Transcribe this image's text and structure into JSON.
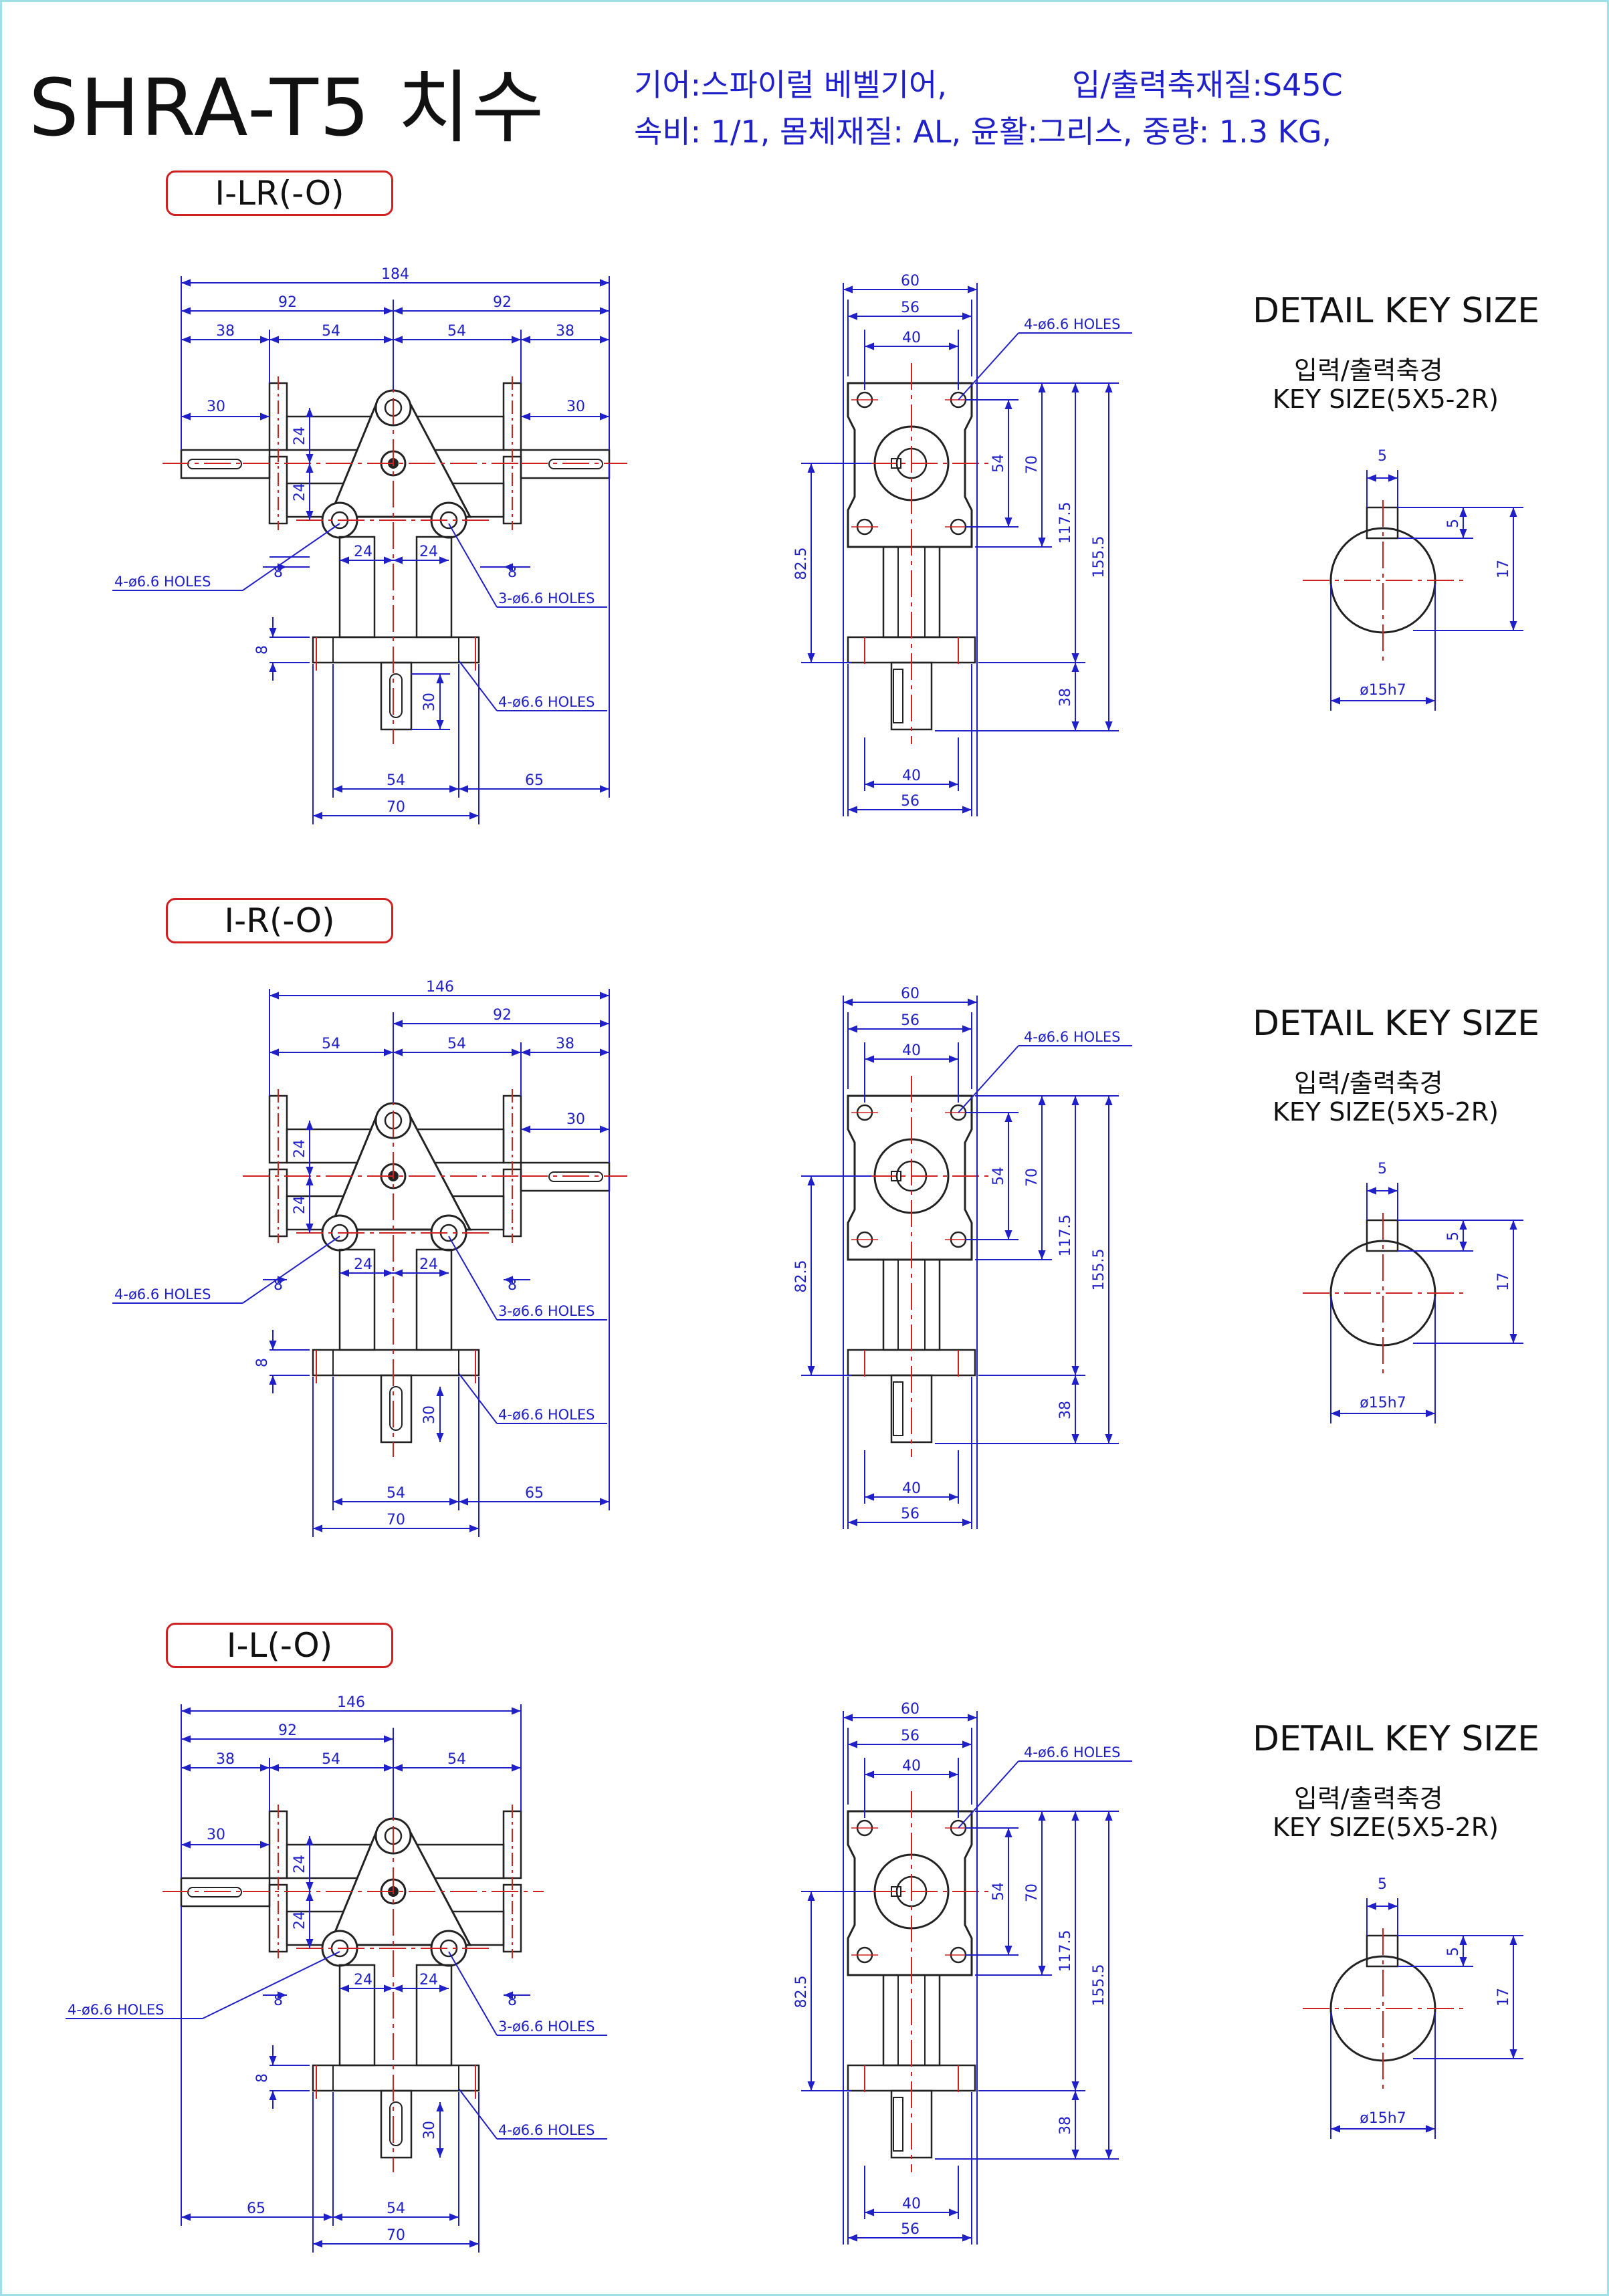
{
  "title": "SHRA-T5 치수",
  "specs": {
    "line1_a": "기어:스파이럴 베벨기어,",
    "line1_b": "입/출력축재질:S45C",
    "line2": "속비: 1/1,   몸체재질: AL,   윤활:그리스,   중량: 1.3 KG,"
  },
  "key_detail": {
    "heading": "DETAIL KEY SIZE",
    "label1": "입력/출력축경",
    "label2": "KEY SIZE(5X5-2R)",
    "dims": {
      "key_width": "5",
      "key_depth": "5",
      "height": "17",
      "dia": "ø15h7"
    }
  },
  "views": [
    {
      "id": "I-LR(-O)",
      "top": {
        "total": "184",
        "left_half": "92",
        "right_half": "92",
        "seg_l": "38",
        "seg_c1": "54",
        "seg_c2": "54",
        "seg_r": "38"
      }
    },
    {
      "id": "I-R(-O)",
      "top": {
        "total": "146",
        "half": "92",
        "seg_c1": "54",
        "seg_c2": "54",
        "seg_r": "38"
      }
    },
    {
      "id": "I-L(-O)",
      "top": {
        "total": "146",
        "half": "92",
        "seg_l": "38",
        "seg_c1": "54",
        "seg_c2": "54"
      }
    }
  ],
  "front_dims": {
    "shaft_len": "30",
    "v24a": "24",
    "v24b": "24",
    "h24a": "24",
    "h24b": "24",
    "h8a": "8",
    "h8b": "8",
    "v8": "8",
    "shaft30": "30",
    "b54": "54",
    "b65": "65",
    "b70": "70"
  },
  "side_dims": {
    "w60": "60",
    "w56": "56",
    "w40": "40",
    "v54": "54",
    "v70": "70",
    "v117": "117.5",
    "v155": "155.5",
    "v82": "82.5",
    "v38": "38",
    "b40": "40",
    "b56": "56"
  },
  "holes": {
    "h4a": "4-ø6.6 HOLES",
    "h3": "3-ø6.6 HOLES",
    "h4b": "4-ø6.6 HOLES",
    "h4side": "4-ø6.6 HOLES"
  }
}
